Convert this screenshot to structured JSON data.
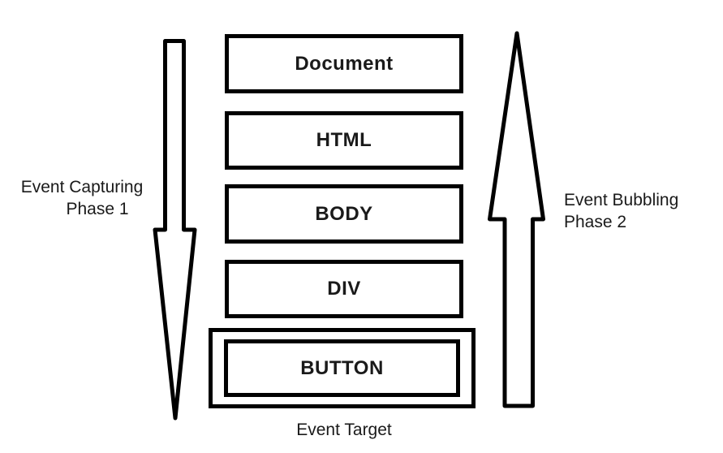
{
  "colors": {
    "background": "#ffffff",
    "stroke": "#000000",
    "text": "#1a1a1a"
  },
  "labels": {
    "capturing": {
      "line1": "Event Capturing",
      "line2": "Phase 1"
    },
    "bubbling": {
      "line1": "Event Bubbling",
      "line2": "Phase 2"
    },
    "target_caption": "Event Target"
  },
  "nodes": [
    {
      "label": "Document",
      "is_event_target": false
    },
    {
      "label": "HTML",
      "is_event_target": false
    },
    {
      "label": "BODY",
      "is_event_target": false
    },
    {
      "label": "DIV",
      "is_event_target": false
    },
    {
      "label": "BUTTON",
      "is_event_target": true
    }
  ],
  "arrows": [
    {
      "name": "event-capturing-arrow",
      "direction": "down",
      "side": "left"
    },
    {
      "name": "event-bubbling-arrow",
      "direction": "up",
      "side": "right"
    }
  ]
}
